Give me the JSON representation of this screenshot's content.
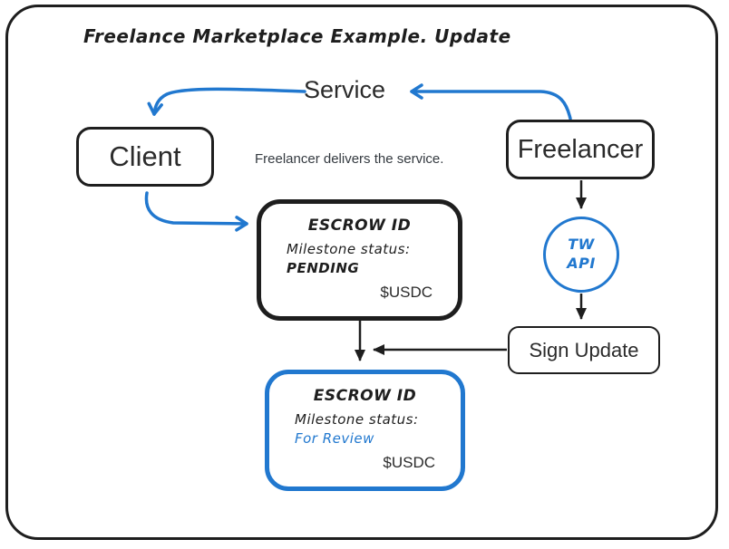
{
  "colors": {
    "ink": "#1e1e1e",
    "accent": "#2178cf",
    "muted": "#343a40"
  },
  "diagram": {
    "title": "Freelance Marketplace Example. Update",
    "service_label": "Service",
    "client_label": "Client",
    "freelancer_label": "Freelancer",
    "delivery_note": "Freelancer delivers the service.",
    "escrow_pending": {
      "title": "ESCROW ID",
      "status_label": "Milestone status:",
      "status_value": "PENDING",
      "currency": "$USDC"
    },
    "escrow_review": {
      "title": "ESCROW ID",
      "status_label": "Milestone status:",
      "status_value": "For Review",
      "currency": "$USDC"
    },
    "tw_api": {
      "line1": "TW",
      "line2": "API"
    },
    "sign_update_label": "Sign Update"
  }
}
